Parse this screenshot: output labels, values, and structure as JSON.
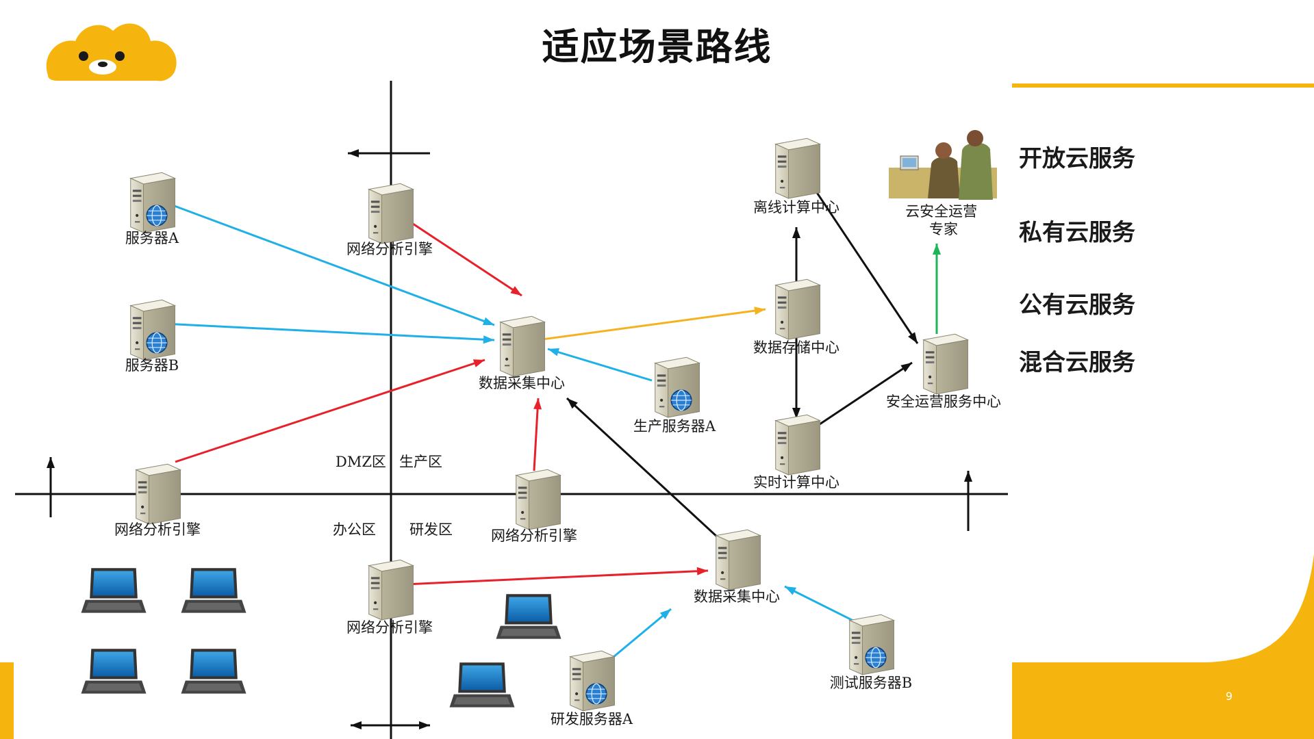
{
  "title": "适应场景路线",
  "side_labels": [
    "开放云服务",
    "私有云服务",
    "公有云服务",
    "混合云服务"
  ],
  "page_number": "9",
  "zones": {
    "dmz": "DMZ区",
    "production": "生产区",
    "office": "办公区",
    "rnd": "研发区"
  },
  "nodes": {
    "server_a": "服务器A",
    "server_b": "服务器B",
    "engine_top": "网络分析引擎",
    "engine_left": "网络分析引擎",
    "engine_mid": "网络分析引擎",
    "engine_bottom": "网络分析引擎",
    "collect_top": "数据采集中心",
    "collect_bottom": "数据采集中心",
    "prod_server_a": "生产服务器A",
    "offline_compute": "离线计算中心",
    "storage": "数据存储中心",
    "realtime": "实时计算中心",
    "sec_ops": "安全运营服务中心",
    "expert": "云安全运营\n专家",
    "test_server_b": "测试服务器B",
    "rnd_server_a": "研发服务器A"
  },
  "colors": {
    "accent_yellow": "#F6B40E",
    "cyan_arrow": "#1FB0E8",
    "red_arrow": "#E8202A",
    "orange_arrow": "#F5B21F",
    "green_arrow": "#1EB45A",
    "black_arrow": "#111111"
  }
}
